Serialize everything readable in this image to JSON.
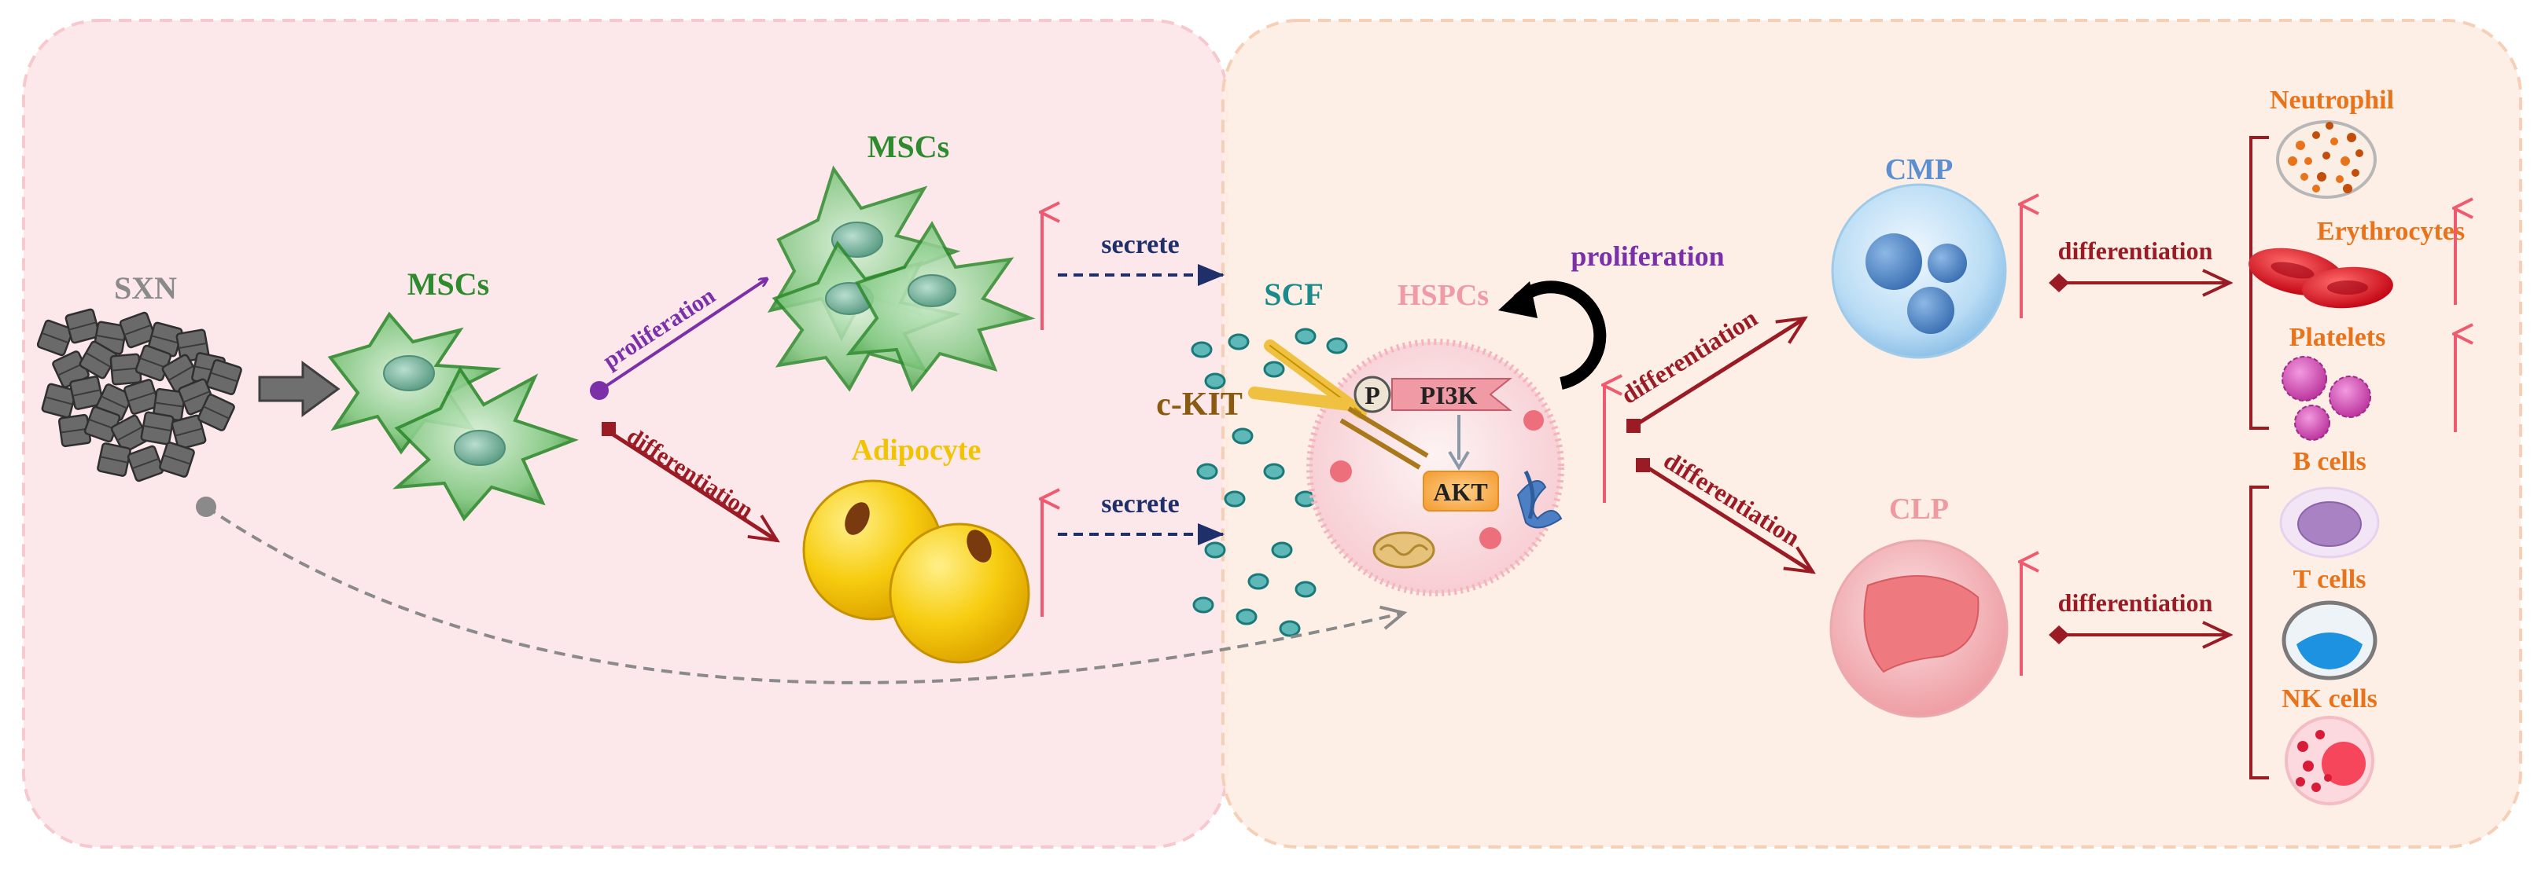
{
  "colors": {
    "left_panel": "#fce8ea",
    "right_panel": "#fdeee4",
    "msc_green": "#2e8b2e",
    "purple": "#7b2fa8",
    "dark_red": "#9b1b25",
    "navy": "#1f2f6a",
    "teal": "#1a8a8a",
    "gold": "#f2c300",
    "orange": "#e8731a",
    "pink_arrow": "#ef5a6e",
    "gray": "#8a8a8a",
    "cmp_blue": "#5b8fd0",
    "clp_pink": "#ee9aa0",
    "ckit": "#8a5a10"
  },
  "labels": {
    "sxn": "SXN",
    "mscs_left": "MSCs",
    "mscs_top": "MSCs",
    "adipocyte": "Adipocyte",
    "proliferation_small": "proliferation",
    "differentiation_small": "differentiation",
    "secrete_top": "secrete",
    "secrete_bottom": "secrete",
    "scf": "SCF",
    "ckit": "c-KIT",
    "hspcs": "HSPCs",
    "proliferation_big": "proliferation",
    "p": "P",
    "pi3k": "PI3K",
    "akt": "AKT",
    "diff_up": "differentiation",
    "diff_down": "differentiation",
    "cmp": "CMP",
    "clp": "CLP",
    "diff_cmp": "differentiation",
    "diff_clp": "differentiation",
    "neutrophil": "Neutrophil",
    "erythrocytes": "Erythrocytes",
    "platelets": "Platelets",
    "bcells": "B cells",
    "tcells": "T cells",
    "nkcells": "NK cells"
  },
  "icons": [
    "sxn-cubes-icon",
    "msc-cell-icon",
    "adipocyte-icon",
    "hspc-cell-icon",
    "cmp-cell-icon",
    "clp-cell-icon",
    "neutrophil-icon",
    "erythrocyte-icon",
    "platelet-icon",
    "b-cell-icon",
    "t-cell-icon",
    "nk-cell-icon",
    "up-arrow-icon",
    "cycle-arrow-icon"
  ]
}
